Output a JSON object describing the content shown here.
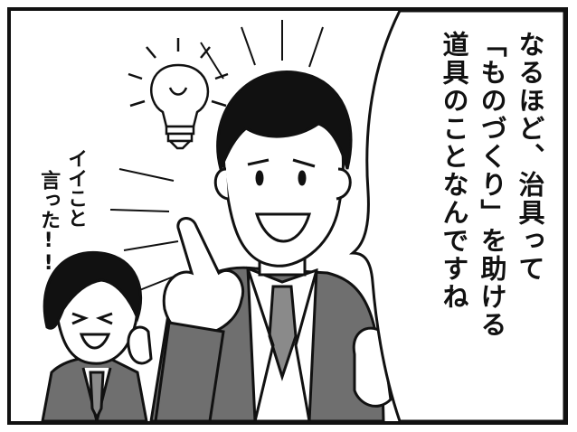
{
  "speech": {
    "line1": "なるほど、治具って",
    "line2": "「ものづくり」を助ける",
    "line3": "道具のことなんですね"
  },
  "exclamation": {
    "line1": "イイこと",
    "line2": "言った!!"
  },
  "icons": [
    "lightbulb-icon"
  ],
  "colors": {
    "ink": "#111111",
    "paper": "#ffffff",
    "suit": "#6f6f6f",
    "tie": "#8a8a8a"
  }
}
